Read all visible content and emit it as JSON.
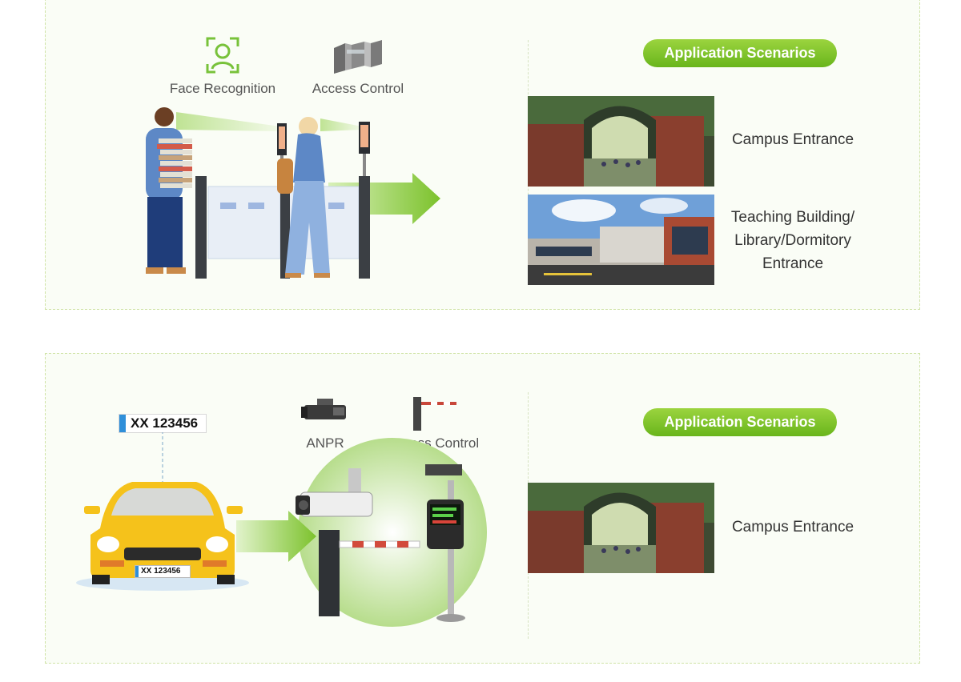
{
  "top_panel": {
    "icons": [
      {
        "icon": "face-recognition-icon",
        "label": "Face Recognition"
      },
      {
        "icon": "turnstile-icon",
        "label": "Access Control"
      }
    ],
    "scenarios_title": "Application Scenarios",
    "scenarios": [
      {
        "image": "campus-gate-photo",
        "caption": "Campus Entrance"
      },
      {
        "image": "school-building-photo",
        "caption": "Teaching Building/\nLibrary/Dormitory\nEntrance"
      }
    ]
  },
  "bottom_panel": {
    "plate_text": "XX 123456",
    "car_plate_text": "XX 123456",
    "icons": [
      {
        "icon": "anpr-camera-icon",
        "label": "ANPR"
      },
      {
        "icon": "barrier-gate-icon",
        "label": "Access Control"
      }
    ],
    "scenarios_title": "Application Scenarios",
    "scenarios": [
      {
        "image": "campus-gate-photo",
        "caption": "Campus Entrance"
      }
    ]
  },
  "colors": {
    "accent_green": "#7cc22c",
    "panel_border": "#cfe3a6",
    "car_yellow": "#f5c21b"
  }
}
